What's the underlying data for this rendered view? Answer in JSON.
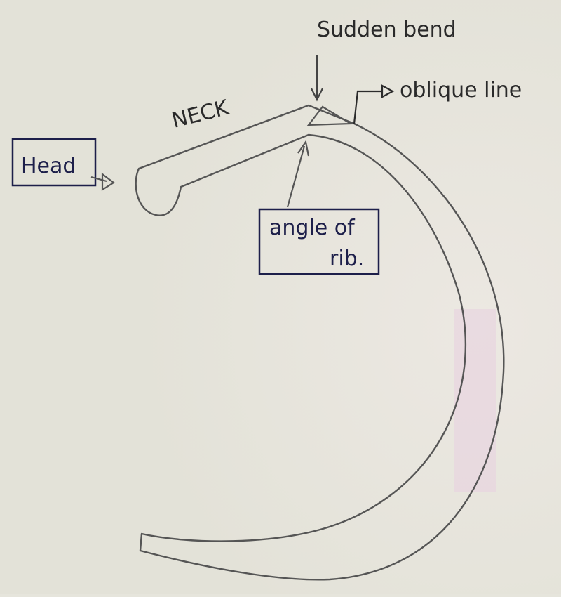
{
  "diagram": {
    "labels": {
      "head": "Head",
      "neck": "NECK",
      "sudden_bend": "Sudden bend",
      "oblique_line": "oblique line",
      "angle_of_rib_line1": "angle of",
      "angle_of_rib_line2": "rib."
    },
    "colors": {
      "paper": "#e6e5dc",
      "pencil": "#555555",
      "ink": "#1d1f4a"
    }
  }
}
